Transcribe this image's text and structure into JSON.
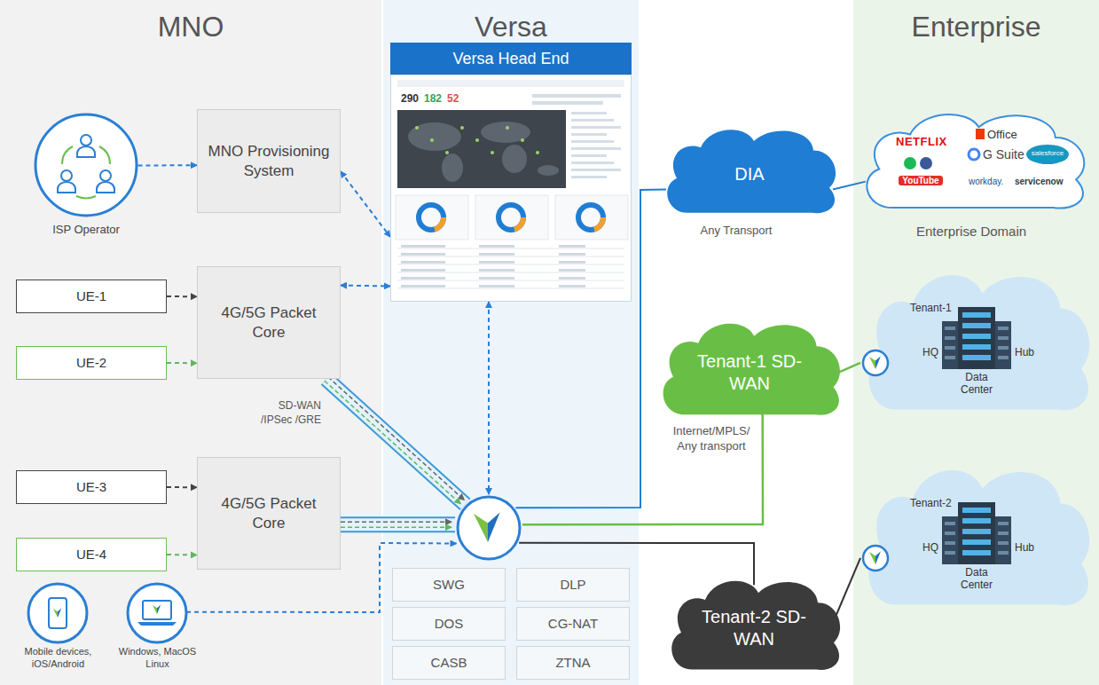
{
  "diagram": {
    "nodes": [
      {
        "text": [
          "MNO"
        ]
      },
      {
        "text": [
          "ISP Operator"
        ],
        "in": 0
      },
      {
        "text": [
          "MNO Provisioning System"
        ],
        "in": 0
      },
      {
        "text": [
          "UE-1"
        ],
        "in": 0
      },
      {
        "text": [
          "4G/5G Packet Core"
        ],
        "in": 0
      },
      {
        "text": [
          "UE-2"
        ],
        "in": 0
      },
      {
        "text": [
          "UE-3"
        ],
        "in": 0
      },
      {
        "text": [
          "4G/5G Packet Core"
        ],
        "in": 0
      },
      {
        "text": [
          "UE-4"
        ],
        "in": 0
      },
      {
        "text": [
          "Mobile devices, iOS/Android"
        ],
        "in": 0
      },
      {
        "text": [
          "Windows, MacOS Linux"
        ],
        "in": 0
      },
      {
        "text": [
          "Versa"
        ]
      },
      {
        "text": [
          "Versa Head End"
        ],
        "in": 11
      },
      {
        "text": [],
        "in": 11
      },
      {
        "text": [
          "SWG"
        ],
        "in": 11
      },
      {
        "text": [
          "DLP"
        ],
        "in": 11
      },
      {
        "text": [
          "DOS"
        ],
        "in": 11
      },
      {
        "text": [
          "CG-NAT"
        ],
        "in": 11
      },
      {
        "text": [
          "CASB"
        ],
        "in": 11
      },
      {
        "text": [
          "ZTNA"
        ],
        "in": 11
      },
      {
        "text": [
          "DIA"
        ]
      },
      {
        "text": [
          "Tenant-1 SD-WAN"
        ]
      },
      {
        "text": [
          "Tenant-2 SD-WAN"
        ]
      },
      {
        "text": [
          "Enterprise"
        ]
      },
      {
        "text": [
          "NETFLIX",
          "Office",
          "G Suite",
          "salesforce",
          "YouTube",
          "workday.",
          "servicenow"
        ],
        "in": 23
      },
      {
        "text": [
          "Tenant-1",
          "HQ",
          "Data Center",
          "Hub"
        ],
        "in": 23
      },
      {
        "text": [
          "Tenant-2",
          "HQ",
          "Data Center",
          "Hub"
        ],
        "in": 23
      }
    ],
    "edges": [
      {
        "from": 1,
        "to": 2,
        "arrow": "to"
      },
      {
        "from": 2,
        "to": 12,
        "arrow": "both"
      },
      {
        "from": 3,
        "to": 4,
        "arrow": "to"
      },
      {
        "from": 5,
        "to": 4,
        "arrow": "to"
      },
      {
        "from": 6,
        "to": 7,
        "arrow": "to"
      },
      {
        "from": 8,
        "to": 7,
        "arrow": "to"
      },
      {
        "from": 4,
        "to": 12,
        "arrow": "both"
      },
      {
        "from": 12,
        "to": 13,
        "arrow": "both"
      },
      {
        "from": 4,
        "to": 13,
        "label": "SD-WAN /IPSec /GRE",
        "arrow": "to"
      },
      {
        "from": 7,
        "to": 13,
        "arrow": "to"
      },
      {
        "from": 10,
        "to": 13,
        "arrow": "to"
      },
      {
        "from": 13,
        "to": 20,
        "arrow": "none"
      },
      {
        "from": 20,
        "to": 24,
        "arrow": "none"
      },
      {
        "from": 13,
        "to": 21,
        "arrow": "none"
      },
      {
        "from": 21,
        "to": 25,
        "arrow": "none"
      },
      {
        "from": 13,
        "to": 22,
        "arrow": "none"
      },
      {
        "from": 22,
        "to": 26,
        "arrow": "none"
      }
    ],
    "labels": [
      "290",
      "182",
      "52",
      "Any Transport",
      "Internet/MPLS/ Any transport",
      "Enterprise Domain"
    ]
  }
}
